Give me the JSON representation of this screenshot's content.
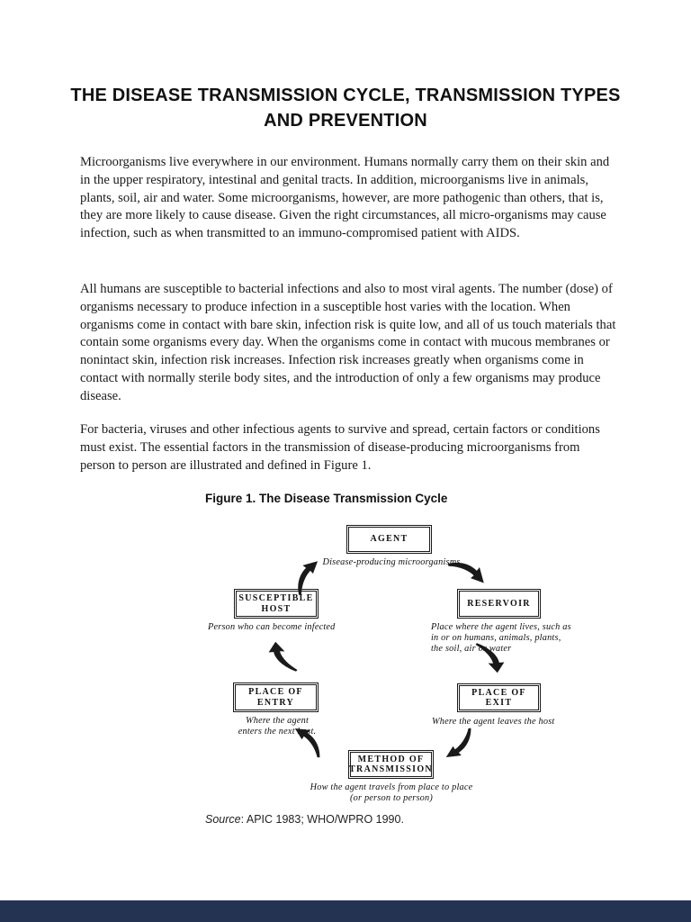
{
  "page": {
    "title_line1": "THE DISEASE TRANSMISSION CYCLE, TRANSMISSION TYPES",
    "title_line2": "AND PREVENTION",
    "paragraphs": [
      "Microorganisms live everywhere in our environment. Humans normally carry them on their skin and in the upper respiratory, intestinal and genital tracts. In addition, microorganisms live in animals, plants, soil, air and water. Some microorganisms, however, are more pathogenic than others, that is, they are more likely to cause disease. Given the right circumstances, all micro-organisms may cause infection, such as when transmitted to an immuno-compromised patient with AIDS.",
      "All humans are susceptible to bacterial infections and also to most viral agents. The number (dose) of organisms necessary to produce infection in a susceptible host varies with the location. When organisms come in contact with bare skin, infection risk is quite low, and all of us touch materials that contain some organisms every day. When the organisms come in contact with mucous membranes or nonintact skin, infection risk increases. Infection risk increases greatly when organisms come in contact with normally sterile body sites, and the introduction of only a few organisms may produce disease.",
      "For bacteria, viruses and other infectious agents to survive and spread, certain factors or conditions must exist. The essential factors in the transmission of disease-producing microorganisms from person to person are illustrated and defined in Figure 1."
    ],
    "figure_caption": "Figure 1. The Disease Transmission Cycle",
    "source_label": "Source",
    "source_rest": ": APIC 1983; WHO/WPRO 1990."
  },
  "diagram": {
    "nodes": [
      {
        "id": "agent",
        "label_lines": [
          "AGENT"
        ],
        "caption_lines": [
          "Disease-producing microorganisms"
        ]
      },
      {
        "id": "reservoir",
        "label_lines": [
          "RESERVOIR"
        ],
        "caption_lines": [
          "Place where the agent lives, such as",
          "in or on humans, animals, plants,",
          "the soil, air or water"
        ]
      },
      {
        "id": "place-of-exit",
        "label_lines": [
          "PLACE OF",
          "EXIT"
        ],
        "caption_lines": [
          "Where the agent leaves the host"
        ]
      },
      {
        "id": "method-of-transmission",
        "label_lines": [
          "METHOD OF",
          "TRANSMISSION"
        ],
        "caption_lines": [
          "How the agent travels from place to place",
          "(or person to person)"
        ]
      },
      {
        "id": "place-of-entry",
        "label_lines": [
          "PLACE OF",
          "ENTRY"
        ],
        "caption_lines": [
          "Where the agent",
          "enters the next host."
        ]
      },
      {
        "id": "susceptible-host",
        "label_lines": [
          "SUSCEPTIBLE",
          "HOST"
        ],
        "caption_lines": [
          "Person who can become infected"
        ]
      }
    ],
    "flow": "agent > reservoir > place-of-exit > method-of-transmission > place-of-entry > susceptible-host > agent"
  },
  "colors": {
    "text": "#1a1a1a",
    "footer_bar": "#253352"
  }
}
